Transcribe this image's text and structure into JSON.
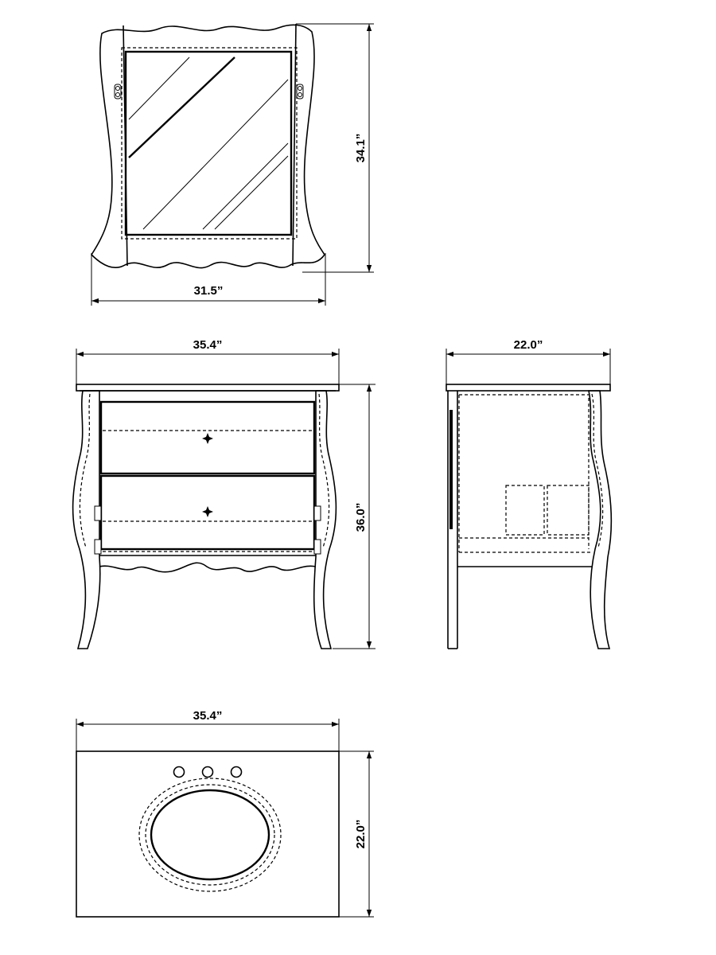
{
  "dimensions": {
    "mirror_width": "31.5”",
    "mirror_height": "34.1”",
    "vanity_front_width": "35.4”",
    "vanity_side_depth": "22.0”",
    "vanity_height": "36.0”",
    "top_width": "35.4”",
    "top_depth": "22.0”"
  }
}
